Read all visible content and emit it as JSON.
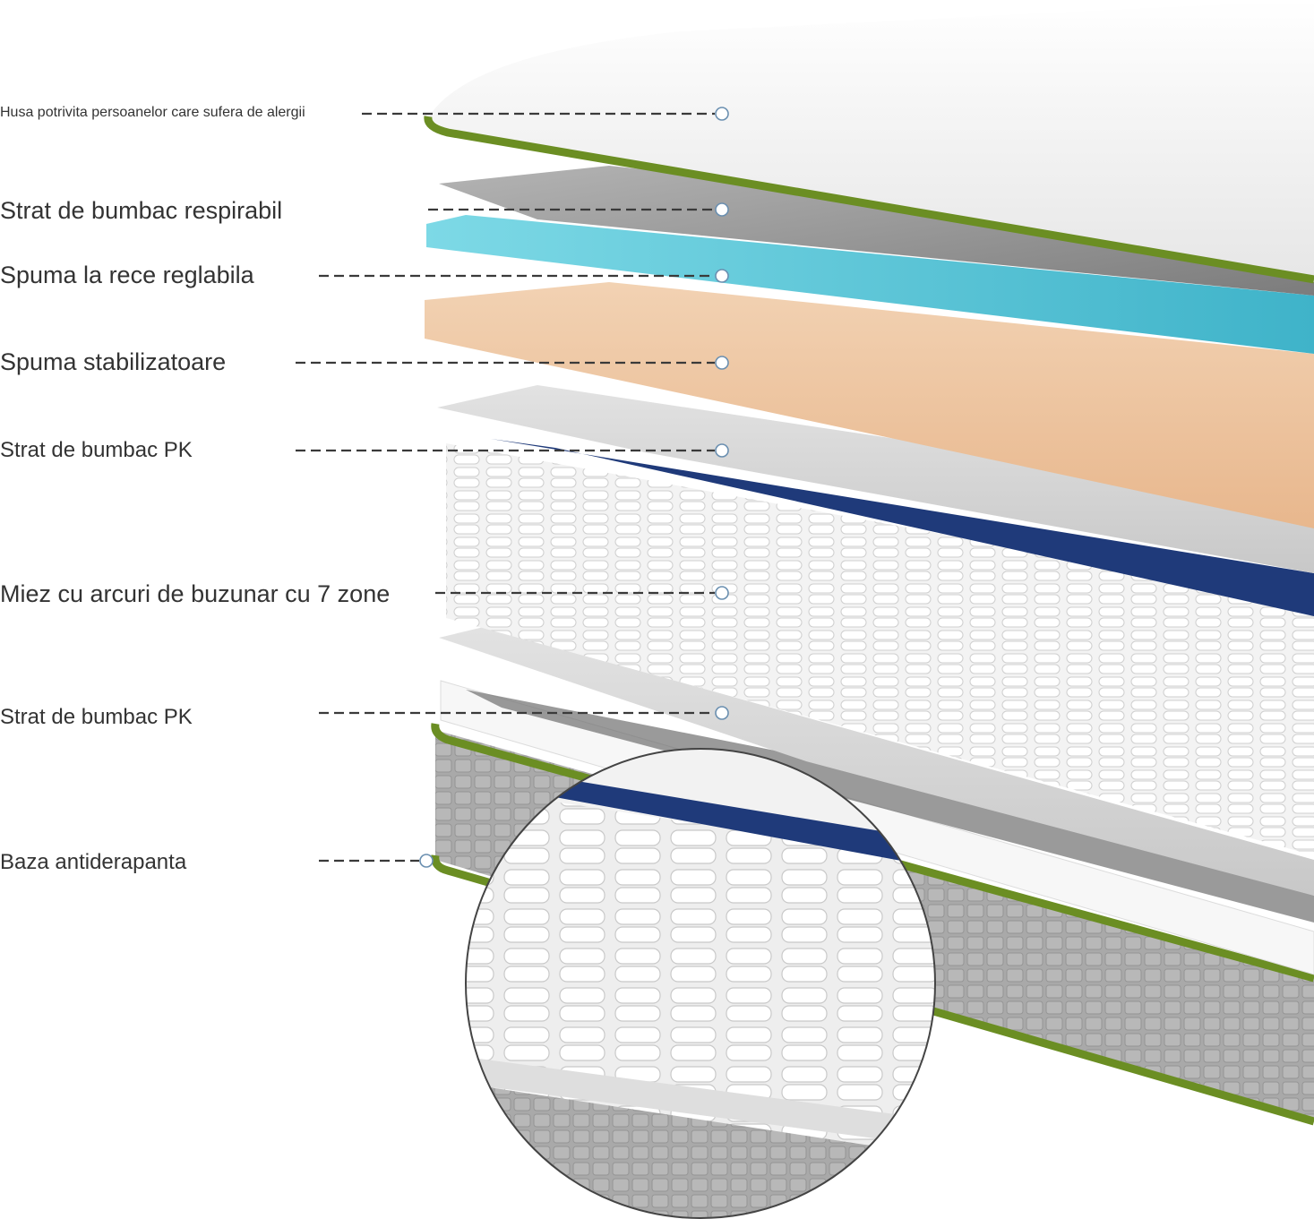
{
  "labels": [
    {
      "id": "cover",
      "text": "Husa potrivita persoanelor care sufera de alergii"
    },
    {
      "id": "breathable-cotton",
      "text": "Strat de bumbac respirabil"
    },
    {
      "id": "cool-foam",
      "text": "Spuma la rece reglabila"
    },
    {
      "id": "stabilizing-foam",
      "text": "Spuma stabilizatoare"
    },
    {
      "id": "pk-cotton-top",
      "text": "Strat de bumbac PK"
    },
    {
      "id": "pocket-spring-core",
      "text": "Miez cu arcuri de buzunar cu 7 zone"
    },
    {
      "id": "pk-cotton-bottom",
      "text": "Strat de bumbac PK"
    },
    {
      "id": "non-slip-base",
      "text": "Baza antiderapanta"
    }
  ],
  "colors": {
    "text": "#333333",
    "leader_line": "#3a3a3a",
    "green_piping": "#6b8e23",
    "cover_fabric": "#f4f4f4",
    "grey_layer": "#9a9a9a",
    "blue_foam": "#5bc8d8",
    "orange_foam": "#f0c9a4",
    "light_grey_layer": "#d6d6d6",
    "spring_top_navy": "#1f3a7a",
    "spring_white": "#fafafa",
    "base_knit_grey": "#a8a8a8"
  }
}
